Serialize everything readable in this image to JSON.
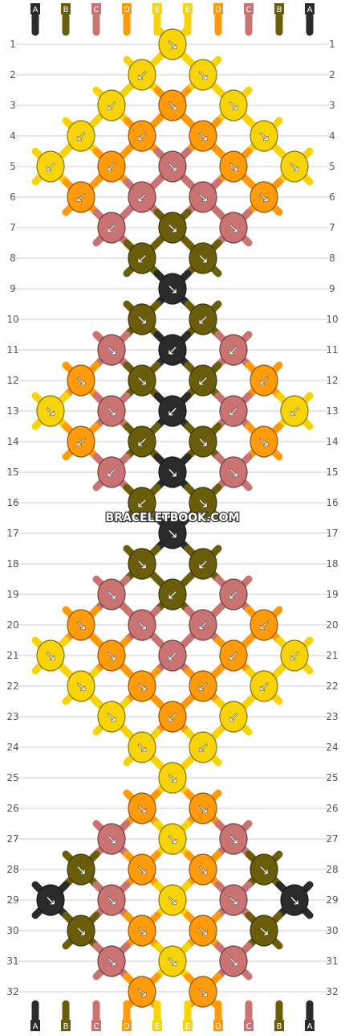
{
  "pattern": {
    "colors": {
      "A": "#2b2b2b",
      "B": "#6b5e0a",
      "C": "#c97373",
      "D": "#ff9a0a",
      "E": "#f7d308"
    },
    "strand_labels_top": [
      "A",
      "B",
      "C",
      "D",
      "E",
      "E",
      "D",
      "C",
      "B",
      "A"
    ],
    "strand_labels_bottom": [
      "A",
      "B",
      "C",
      "D",
      "E",
      "E",
      "D",
      "C",
      "B",
      "A"
    ],
    "row_numbers": [
      "1",
      "2",
      "3",
      "4",
      "5",
      "6",
      "7",
      "8",
      "9",
      "10",
      "11",
      "12",
      "13",
      "14",
      "15",
      "16",
      "17",
      "18",
      "19",
      "20",
      "21",
      "22",
      "23",
      "24",
      "25",
      "26",
      "27",
      "28",
      "29",
      "30",
      "31",
      "32"
    ],
    "watermark": "BRACELETBOOK.COM"
  },
  "knots": [
    [
      {
        "c": "E",
        "d": "↘"
      }
    ],
    [
      {
        "c": "E",
        "d": "↙"
      },
      {
        "c": "E",
        "d": "↘"
      }
    ],
    [
      {
        "c": "E",
        "d": "↙"
      },
      {
        "c": "D",
        "d": "↘"
      },
      {
        "c": "E",
        "d": "↘"
      }
    ],
    [
      {
        "c": "E",
        "d": "↙"
      },
      {
        "c": "D",
        "d": "↙"
      },
      {
        "c": "D",
        "d": "↘"
      },
      {
        "c": "E",
        "d": "↘"
      }
    ],
    [
      {
        "c": "E",
        "d": "↙"
      },
      {
        "c": "D",
        "d": "↙"
      },
      {
        "c": "C",
        "d": "↘"
      },
      {
        "c": "D",
        "d": "↘"
      },
      {
        "c": "E",
        "d": "↘"
      }
    ],
    [
      {
        "c": "D",
        "d": "↙"
      },
      {
        "c": "C",
        "d": "↙"
      },
      {
        "c": "C",
        "d": "↘"
      },
      {
        "c": "D",
        "d": "↘"
      }
    ],
    [
      {
        "c": "C",
        "d": "↙"
      },
      {
        "c": "B",
        "d": "↘"
      },
      {
        "c": "C",
        "d": "↘"
      }
    ],
    [
      {
        "c": "B",
        "d": "↙"
      },
      {
        "c": "B",
        "d": "↘"
      }
    ],
    [
      {
        "c": "A",
        "d": "↘"
      }
    ],
    [
      {
        "c": "B",
        "d": "↘"
      },
      {
        "c": "B",
        "d": "↙"
      }
    ],
    [
      {
        "c": "C",
        "d": "↘"
      },
      {
        "c": "A",
        "d": "↙"
      },
      {
        "c": "C",
        "d": "↙"
      }
    ],
    [
      {
        "c": "D",
        "d": "↘"
      },
      {
        "c": "B",
        "d": "↘"
      },
      {
        "c": "B",
        "d": "↙"
      },
      {
        "c": "D",
        "d": "↙"
      }
    ],
    [
      {
        "c": "E",
        "d": "↘"
      },
      {
        "c": "C",
        "d": "↘"
      },
      {
        "c": "A",
        "d": "↙"
      },
      {
        "c": "C",
        "d": "↙"
      },
      {
        "c": "E",
        "d": "↙"
      }
    ],
    [
      {
        "c": "D",
        "d": "↙"
      },
      {
        "c": "B",
        "d": "↙"
      },
      {
        "c": "B",
        "d": "↘"
      },
      {
        "c": "D",
        "d": "↘"
      }
    ],
    [
      {
        "c": "C",
        "d": "↙"
      },
      {
        "c": "A",
        "d": "↘"
      },
      {
        "c": "C",
        "d": "↘"
      }
    ],
    [
      {
        "c": "B",
        "d": "↙"
      },
      {
        "c": "B",
        "d": "↘"
      }
    ],
    [
      {
        "c": "A",
        "d": "↘"
      }
    ],
    [
      {
        "c": "B",
        "d": "↘"
      },
      {
        "c": "B",
        "d": "↙"
      }
    ],
    [
      {
        "c": "C",
        "d": "↘"
      },
      {
        "c": "B",
        "d": "↙"
      },
      {
        "c": "C",
        "d": "↙"
      }
    ],
    [
      {
        "c": "D",
        "d": "↘"
      },
      {
        "c": "C",
        "d": "↘"
      },
      {
        "c": "C",
        "d": "↙"
      },
      {
        "c": "D",
        "d": "↙"
      }
    ],
    [
      {
        "c": "E",
        "d": "↘"
      },
      {
        "c": "D",
        "d": "↘"
      },
      {
        "c": "C",
        "d": "↙"
      },
      {
        "c": "D",
        "d": "↙"
      },
      {
        "c": "E",
        "d": "↙"
      }
    ],
    [
      {
        "c": "E",
        "d": "↘"
      },
      {
        "c": "D",
        "d": "↘"
      },
      {
        "c": "D",
        "d": "↙"
      },
      {
        "c": "E",
        "d": "↙"
      }
    ],
    [
      {
        "c": "E",
        "d": "↘"
      },
      {
        "c": "D",
        "d": "↙"
      },
      {
        "c": "E",
        "d": "↙"
      }
    ],
    [
      {
        "c": "E",
        "d": "↘"
      },
      {
        "c": "E",
        "d": "↙"
      }
    ],
    [
      {
        "c": "E",
        "d": "↘"
      }
    ],
    [
      {
        "c": "D",
        "d": "↘"
      },
      {
        "c": "D",
        "d": "↘"
      }
    ],
    [
      {
        "c": "C",
        "d": "↘"
      },
      {
        "c": "E",
        "d": "↘"
      },
      {
        "c": "C",
        "d": "↘"
      }
    ],
    [
      {
        "c": "B",
        "d": "↘"
      },
      {
        "c": "D",
        "d": "↘"
      },
      {
        "c": "D",
        "d": "↘"
      },
      {
        "c": "B",
        "d": "↘"
      }
    ],
    [
      {
        "c": "A",
        "d": "↘"
      },
      {
        "c": "C",
        "d": "↘"
      },
      {
        "c": "E",
        "d": "↘"
      },
      {
        "c": "C",
        "d": "↘"
      },
      {
        "c": "A",
        "d": "↘"
      }
    ],
    [
      {
        "c": "B",
        "d": "↘"
      },
      {
        "c": "D",
        "d": "↘"
      },
      {
        "c": "D",
        "d": "↘"
      },
      {
        "c": "B",
        "d": "↘"
      }
    ],
    [
      {
        "c": "C",
        "d": "↘"
      },
      {
        "c": "E",
        "d": "↘"
      },
      {
        "c": "C",
        "d": "↘"
      }
    ],
    [
      {
        "c": "D",
        "d": "↘"
      },
      {
        "c": "D",
        "d": "↘"
      }
    ]
  ]
}
